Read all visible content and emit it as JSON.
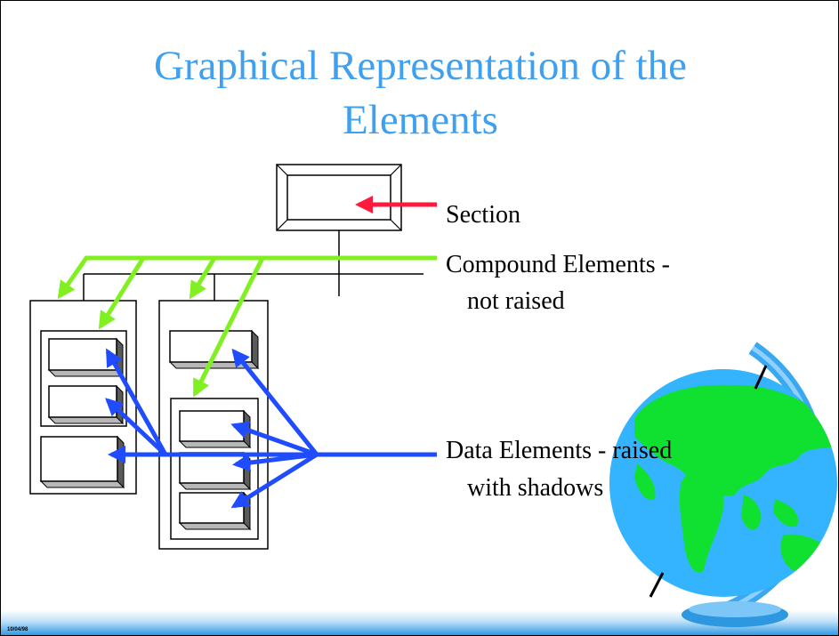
{
  "slide": {
    "title_line1": "Graphical Representation of the",
    "title_line2": "Elements",
    "date_stamp": "10/04/98"
  },
  "labels": {
    "section": "Section",
    "compound_line1": "Compound Elements -",
    "compound_line2": "not raised",
    "data_line1": "Data Elements - raised",
    "data_line2": "with shadows"
  },
  "colors": {
    "title": "#3fa0f0",
    "section_arrow": "#ff1a3c",
    "compound_arrows": "#80f020",
    "data_arrows": "#1f4cff",
    "globe_ocean": "#34b4ff",
    "globe_land": "#10e030"
  },
  "icons": {
    "decoration": "globe-icon"
  }
}
